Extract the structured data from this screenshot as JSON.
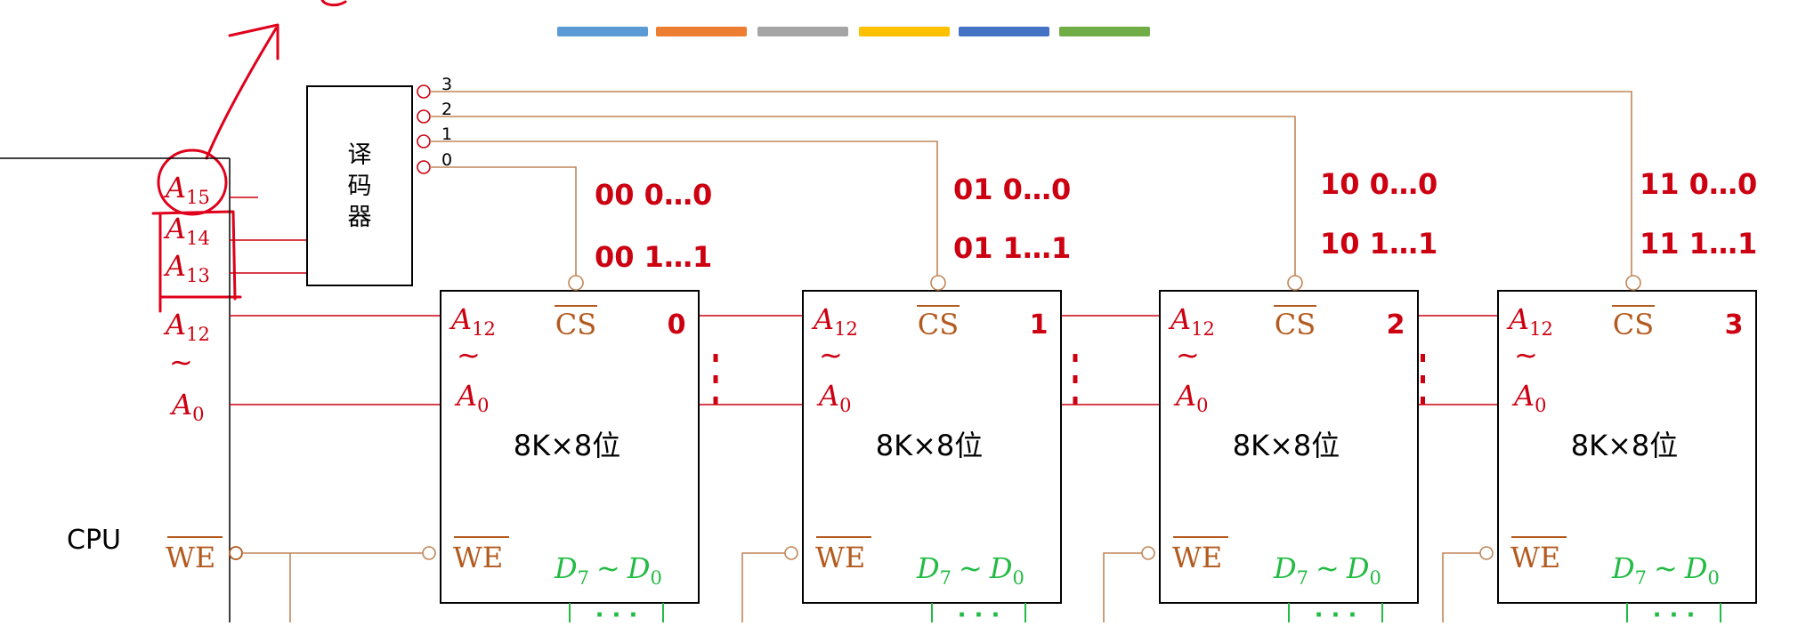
{
  "toolbar_colors": [
    "#5b9bd5",
    "#ed7d31",
    "#a5a5a5",
    "#ffc000",
    "#4472c4",
    "#70ad47"
  ],
  "colors": {
    "red": "#cc0011",
    "brown": "#b35a1f",
    "wire": "#c08658",
    "green": "#22bb44",
    "ink": "#000000",
    "pen": "#e0001b"
  },
  "cpu": {
    "label": "CPU",
    "a15": "A",
    "a15_sub": "15",
    "a14": "A",
    "a14_sub": "14",
    "a13": "A",
    "a13_sub": "13",
    "a12": "A",
    "a12_sub": "12",
    "tilde": "~",
    "a0": "A",
    "a0_sub": "0",
    "we": "WE"
  },
  "decoder": {
    "label_chars": [
      "译",
      "码",
      "器"
    ],
    "outputs": [
      "3",
      "2",
      "1",
      "0"
    ]
  },
  "chips": [
    {
      "index": "0",
      "range_start": "00 0…0",
      "range_end": "00 1…1"
    },
    {
      "index": "1",
      "range_start": "01 0…0",
      "range_end": "01 1…1"
    },
    {
      "index": "2",
      "range_start": "10 0…0",
      "range_end": "10 1…1"
    },
    {
      "index": "3",
      "range_start": "11 0…0",
      "range_end": "11 1…1"
    }
  ],
  "chip_common": {
    "a12": "A",
    "a12_sub": "12",
    "tilde": "~",
    "a0": "A",
    "a0_sub": "0",
    "cs": "CS",
    "capacity": "8K×8位",
    "we": "WE",
    "d7": "D",
    "d7_sub": "7",
    "d_tilde": "~",
    "d0": "D",
    "d0_sub": "0",
    "dots_h": "· · ·"
  }
}
